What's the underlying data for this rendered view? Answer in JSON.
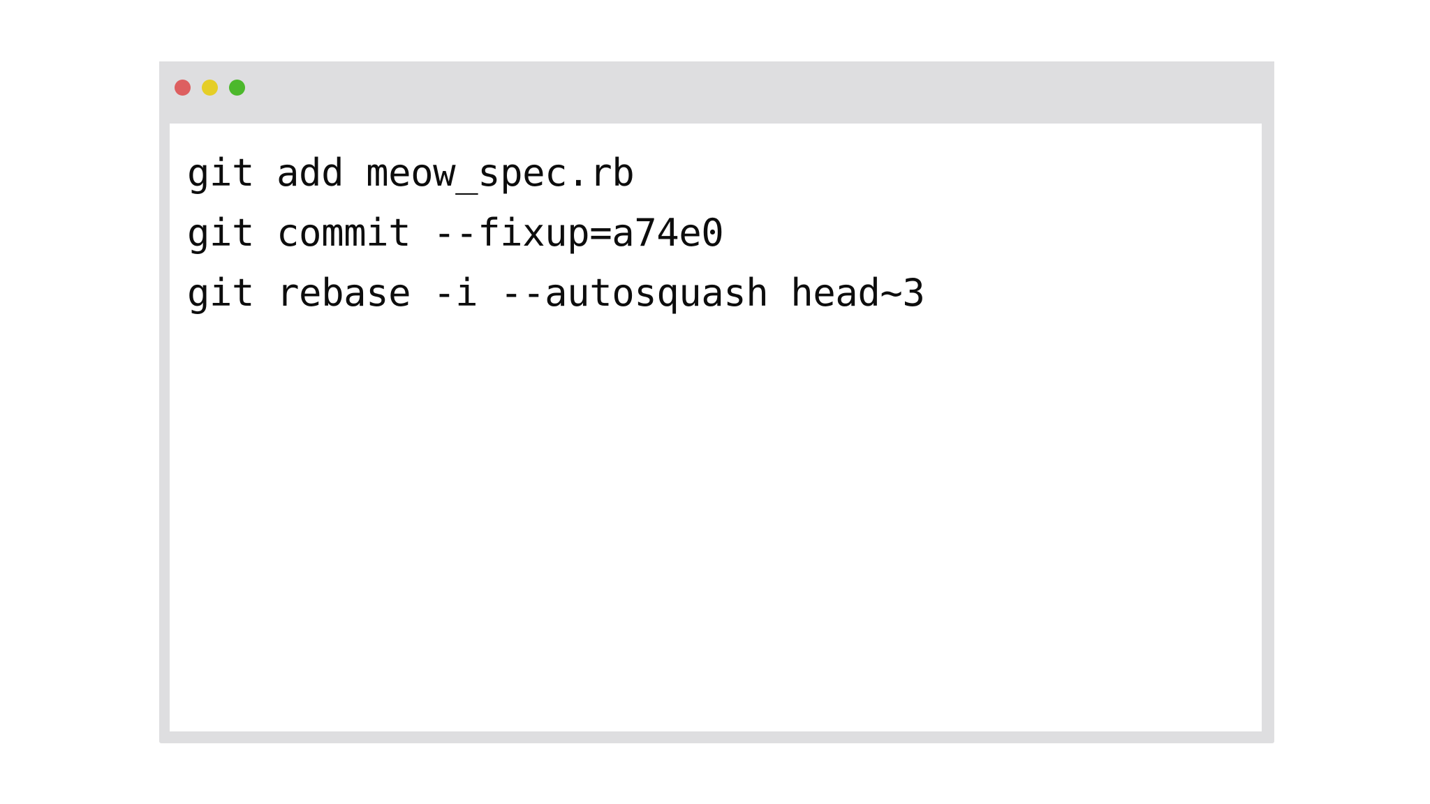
{
  "window": {
    "type": "terminal-window",
    "chrome_color": "#dedee0",
    "content_background": "#ffffff",
    "page_background": "#ffffff",
    "text_color": "#0d0d0d",
    "controls": [
      {
        "name": "close",
        "icon": "close-dot-icon",
        "color": "#dd5f60"
      },
      {
        "name": "minimize",
        "icon": "minimize-dot-icon",
        "color": "#e5ce27"
      },
      {
        "name": "maximize",
        "icon": "maximize-dot-icon",
        "color": "#4cb82c"
      }
    ]
  },
  "terminal": {
    "lines": [
      "git add meow_spec.rb",
      "git commit --fixup=a74e0",
      "git rebase -i --autosquash head~3"
    ]
  }
}
